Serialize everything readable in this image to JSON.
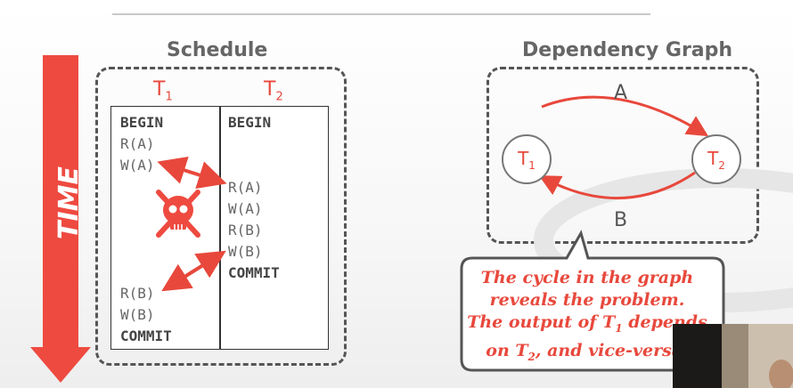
{
  "time_label": "TIME",
  "schedule": {
    "title": "Schedule",
    "t1": {
      "label": "T",
      "sub": "1"
    },
    "t2": {
      "label": "T",
      "sub": "2"
    },
    "t1_ops": [
      "BEGIN",
      "R(A)",
      "W(A)",
      "R(B)",
      "W(B)",
      "COMMIT"
    ],
    "t2_ops": [
      "BEGIN",
      "R(A)",
      "W(A)",
      "R(B)",
      "W(B)",
      "COMMIT"
    ]
  },
  "graph": {
    "title": "Dependency Graph",
    "node1": {
      "label": "T",
      "sub": "1"
    },
    "node2": {
      "label": "T",
      "sub": "2"
    },
    "edge_top": "A",
    "edge_bottom": "B"
  },
  "callout": {
    "line1": "The cycle in the graph",
    "line2": "reveals the problem.",
    "line3_pre": "The output of T",
    "line3_sub": "1",
    "line3_post": " depends",
    "line4_pre": "on T",
    "line4_sub": "2",
    "line4_post": ", and vice-versa."
  },
  "colors": {
    "accent": "#e8483c",
    "border": "#555555",
    "text": "#666666"
  }
}
